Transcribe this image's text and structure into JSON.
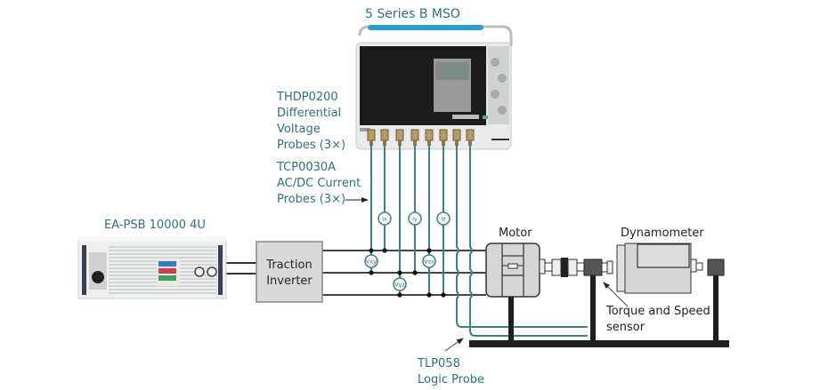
{
  "labels": {
    "oscilloscope": "5 Series B MSO",
    "voltage_probe": [
      "THDP0200",
      "Differential",
      "Voltage",
      "Probes (3×)"
    ],
    "current_probe": [
      "TCP0030A",
      "AC/DC Current",
      "Probes (3×)"
    ],
    "power_supply": "EA-PSB 10000 4U",
    "inverter": [
      "Traction",
      "Inverter"
    ],
    "motor": "Motor",
    "dynamometer": "Dynamometer",
    "sensor": [
      "Torque and Speed",
      "sensor"
    ],
    "logic_probe": [
      "TLP058",
      "Logic Probe"
    ]
  },
  "current_probes": [
    "Ix",
    "Iy",
    "Iz"
  ],
  "voltage_probes": [
    "Vxy",
    "Vyz",
    "Vzx"
  ],
  "colors": {
    "label_teal": "#2f7180",
    "probe_wire": "#3e7f8c",
    "wire": "#3a3a3a",
    "frame": "#1f1f1f",
    "box_fill": "#d9d9d9",
    "scope_handle": "#2aa0c8"
  }
}
